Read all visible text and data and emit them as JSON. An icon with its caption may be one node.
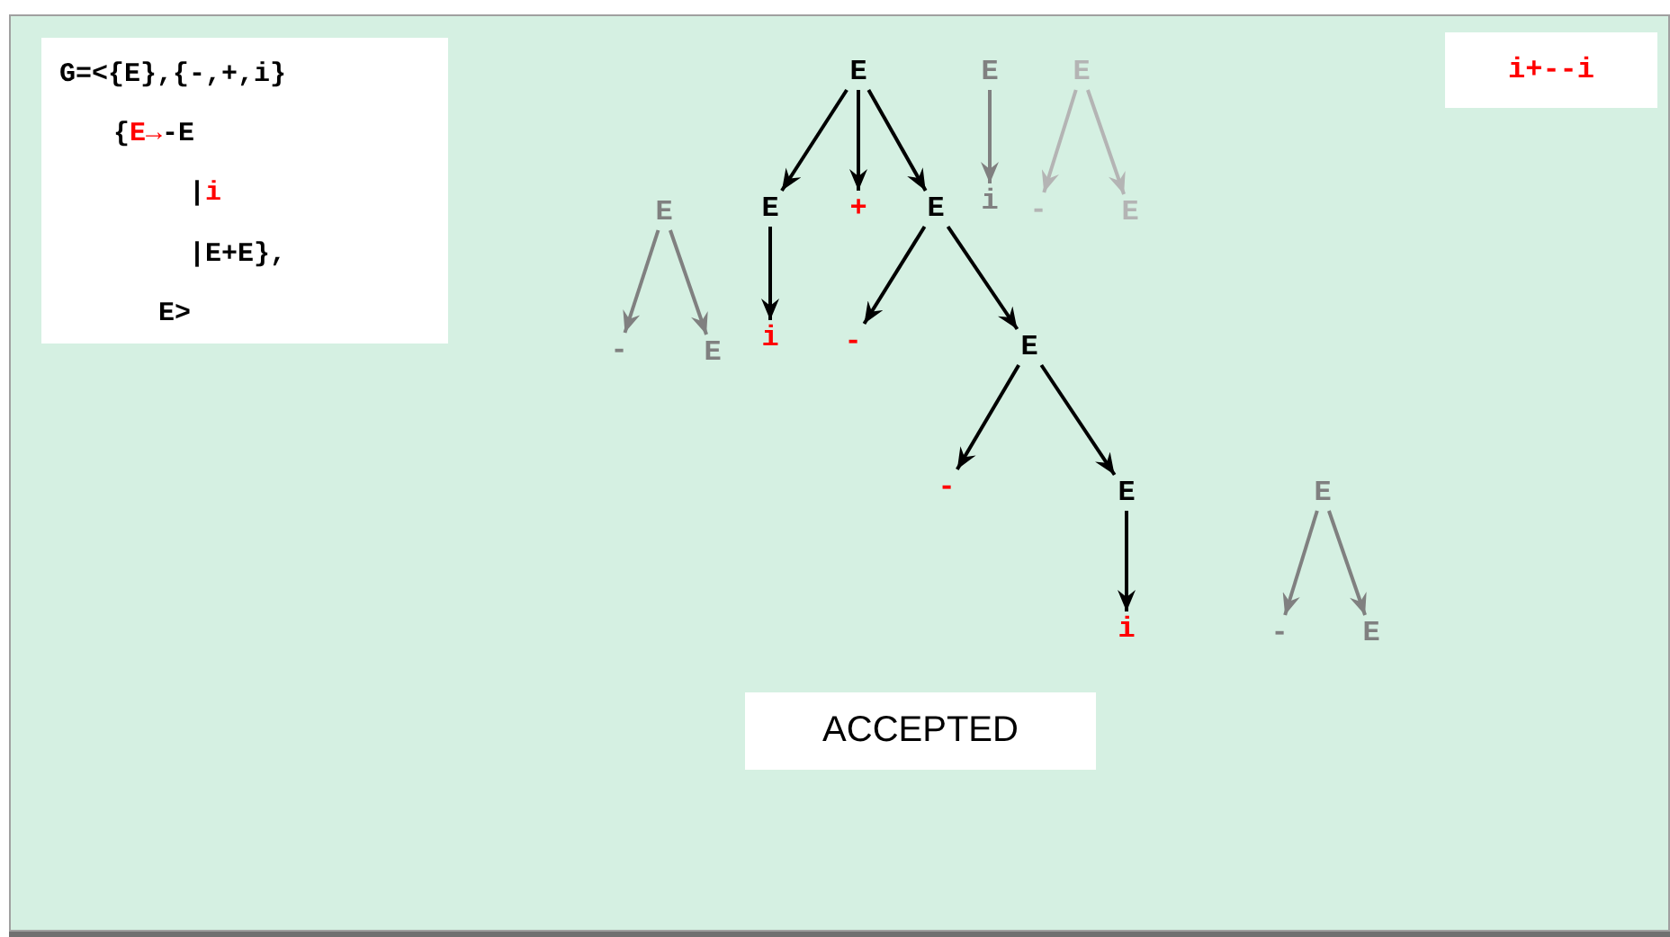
{
  "diagram": {
    "nodes": [
      {
        "text": [
          "G=<{E},{-,+,i}",
          "{E→-E",
          "|i",
          "|E+E},",
          "E>"
        ]
      },
      {
        "text": [
          "i+--i"
        ]
      },
      {
        "text": [
          "E"
        ]
      },
      {
        "text": [
          "E"
        ]
      },
      {
        "text": [
          "E"
        ]
      },
      {
        "text": [
          "E"
        ]
      },
      {
        "text": [
          "E"
        ]
      },
      {
        "text": [
          "+"
        ]
      },
      {
        "text": [
          "E"
        ]
      },
      {
        "text": [
          "i"
        ]
      },
      {
        "text": [
          "-"
        ]
      },
      {
        "text": [
          "E"
        ]
      },
      {
        "text": [
          "-"
        ]
      },
      {
        "text": [
          "E"
        ]
      },
      {
        "text": [
          "i"
        ]
      },
      {
        "text": [
          "-"
        ]
      },
      {
        "text": [
          "E"
        ]
      },
      {
        "text": [
          "-"
        ]
      },
      {
        "text": [
          "E"
        ]
      },
      {
        "text": [
          "E"
        ]
      },
      {
        "text": [
          "i"
        ]
      },
      {
        "text": [
          "-"
        ]
      },
      {
        "text": [
          "E"
        ]
      },
      {
        "text": [
          "ACCEPTED"
        ]
      }
    ],
    "edges": [
      {
        "from": 2,
        "to": 6,
        "arrow": "to"
      },
      {
        "from": 2,
        "to": 7,
        "arrow": "to"
      },
      {
        "from": 2,
        "to": 8,
        "arrow": "to"
      },
      {
        "from": 3,
        "to": 9,
        "arrow": "to",
        "color": "#808080"
      },
      {
        "from": 4,
        "to": 10,
        "arrow": "to",
        "color": "#b4b4b4"
      },
      {
        "from": 4,
        "to": 11,
        "arrow": "to",
        "color": "#b4b4b4"
      },
      {
        "from": 5,
        "to": 12,
        "arrow": "to",
        "color": "#808080"
      },
      {
        "from": 5,
        "to": 13,
        "arrow": "to",
        "color": "#808080"
      },
      {
        "from": 6,
        "to": 14,
        "arrow": "to"
      },
      {
        "from": 8,
        "to": 15,
        "arrow": "to"
      },
      {
        "from": 8,
        "to": 16,
        "arrow": "to"
      },
      {
        "from": 16,
        "to": 17,
        "arrow": "to"
      },
      {
        "from": 16,
        "to": 18,
        "arrow": "to"
      },
      {
        "from": 19,
        "to": 21,
        "arrow": "to",
        "color": "#808080"
      },
      {
        "from": 19,
        "to": 22,
        "arrow": "to",
        "color": "#808080"
      },
      {
        "from": 18,
        "to": 20,
        "arrow": "to"
      }
    ]
  }
}
